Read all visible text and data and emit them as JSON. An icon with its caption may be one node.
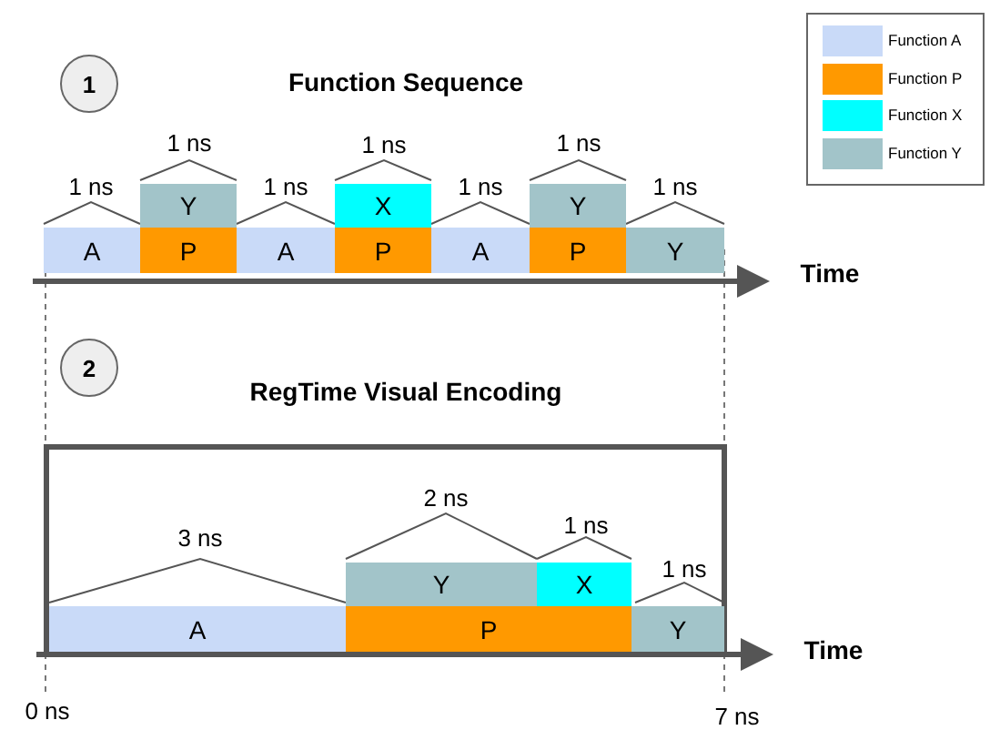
{
  "diagram": {
    "nodes": [
      {
        "text": [
          "1"
        ]
      },
      {
        "text": [
          "A"
        ],
        "beside": [
          "1 ns"
        ]
      },
      {
        "text": [
          "Y"
        ],
        "beside": [
          "1 ns"
        ]
      },
      {
        "text": [
          "P"
        ]
      },
      {
        "text": [
          "A"
        ],
        "beside": [
          "1 ns"
        ]
      },
      {
        "text": [
          "X"
        ],
        "beside": [
          "1 ns"
        ]
      },
      {
        "text": [
          "P"
        ]
      },
      {
        "text": [
          "A"
        ],
        "beside": [
          "1 ns"
        ]
      },
      {
        "text": [
          "Y"
        ],
        "beside": [
          "1 ns"
        ]
      },
      {
        "text": [
          "P"
        ]
      },
      {
        "text": [
          "Y"
        ],
        "beside": [
          "1 ns"
        ]
      },
      {
        "text": [
          "2"
        ]
      },
      {
        "text": [
          "A"
        ],
        "beside": [
          "3 ns"
        ]
      },
      {
        "text": [
          "Y"
        ],
        "beside": [
          "2 ns"
        ]
      },
      {
        "text": [
          "P"
        ]
      },
      {
        "text": [
          "X"
        ],
        "beside": [
          "1 ns"
        ]
      },
      {
        "text": [
          "Y"
        ],
        "beside": [
          "1 ns"
        ]
      }
    ],
    "labels": [
      "Function Sequence",
      "Time",
      "RegTime Visual Encoding",
      "Time",
      "0 ns",
      "7 ns"
    ],
    "legend": [
      {
        "text": "Function A",
        "color": "#c9daf8"
      },
      {
        "text": "Function P",
        "color": "#ff9900"
      },
      {
        "text": "Function X",
        "color": "#00ffff"
      },
      {
        "text": "Function Y",
        "color": "#a2c4c9"
      }
    ]
  }
}
